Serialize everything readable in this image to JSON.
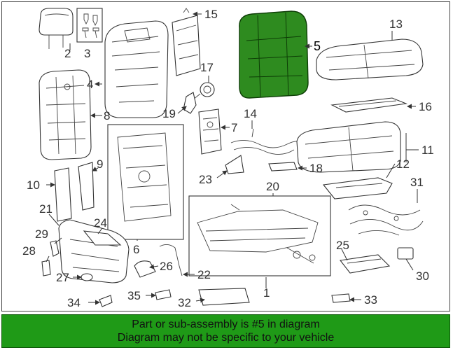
{
  "callouts": {
    "c1": "1",
    "c2": "2",
    "c3": "3",
    "c4": "4",
    "c5": "5",
    "c6": "6",
    "c7": "7",
    "c8": "8",
    "c9": "9",
    "c10": "10",
    "c11": "11",
    "c12": "12",
    "c13": "13",
    "c14": "14",
    "c15": "15",
    "c16": "16",
    "c17": "17",
    "c18": "18",
    "c19": "19",
    "c20": "20",
    "c21": "21",
    "c22": "22",
    "c23": "23",
    "c24": "24",
    "c25": "25",
    "c26": "26",
    "c27": "27",
    "c28": "28",
    "c29": "29",
    "c30": "30",
    "c31": "31",
    "c32": "32",
    "c33": "33",
    "c34": "34",
    "c35": "35"
  },
  "highlighted_part": "5",
  "colors": {
    "highlight": "#2e8b1f",
    "banner": "#1f9a17"
  },
  "banner": {
    "line1": "Part or sub-assembly is #5 in diagram",
    "line2": "Diagram may not be specific to your vehicle"
  }
}
